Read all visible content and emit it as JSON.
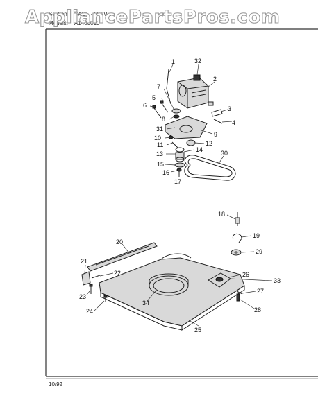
{
  "watermark": "AppliancePartsPros.com",
  "header": {
    "section_label": "Section:",
    "section_value": "BASE - DRIVE",
    "models_label": "Models:",
    "models_value": "A1400010"
  },
  "footer": {
    "date_code": "10/92"
  },
  "callouts": [
    "1",
    "2",
    "3",
    "4",
    "5",
    "6",
    "7",
    "8",
    "9",
    "10",
    "11",
    "12",
    "13",
    "14",
    "15",
    "16",
    "17",
    "18",
    "19",
    "20",
    "21",
    "22",
    "23",
    "24",
    "25",
    "26",
    "27",
    "28",
    "29",
    "30",
    "31",
    "32",
    "33",
    "34"
  ]
}
